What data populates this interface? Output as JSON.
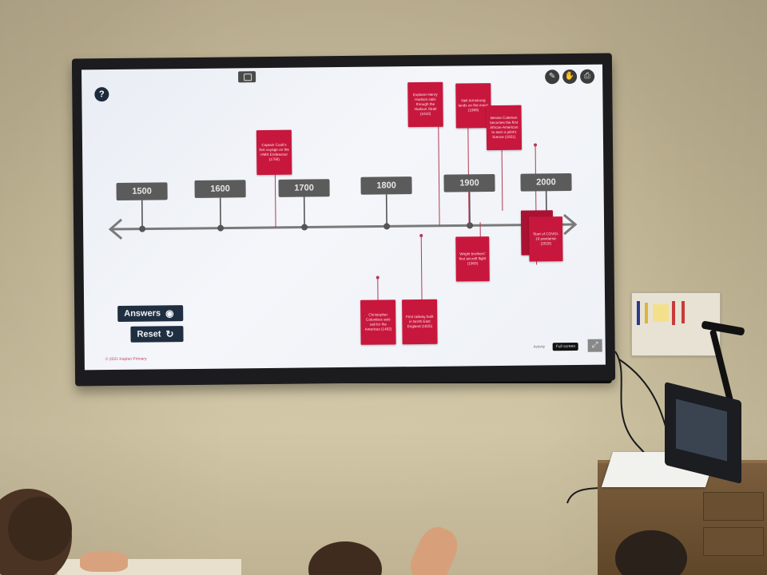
{
  "screen": {
    "years": [
      "1500",
      "1600",
      "1700",
      "1800",
      "1900",
      "2000"
    ],
    "events_above": [
      {
        "id": "cook",
        "text": "Captain Cook's first voyage on the HMS Endeavour (1768)"
      },
      {
        "id": "henry",
        "text": "Explorer Henry Hudson sails through the Hudson Strait (1610)"
      },
      {
        "id": "armstrong",
        "text": "Neil Armstrong lands on the moon (1969)"
      },
      {
        "id": "coleman",
        "text": "Bessie Coleman becomes the first African-American to earn a pilot's licence (1921)"
      }
    ],
    "events_below": [
      {
        "id": "wright",
        "text": "Wright brothers' first aircraft flight (1903)"
      },
      {
        "id": "covid",
        "text": "Start of COVID-19 pandemic (2020)"
      },
      {
        "id": "columbus",
        "text": "Christopher Columbus sets sail for the Americas (1492)"
      },
      {
        "id": "railway",
        "text": "First railway built in North East England (1825)"
      }
    ],
    "answers_label": "Answers",
    "reset_label": "Reset",
    "copyright": "© 2021 Kaplan Primary",
    "fullscreen_prefix": "Activity",
    "fullscreen_label": "Full screen",
    "help_glyph": "?"
  },
  "icons": {
    "help": "question-icon",
    "edit": "pencil-icon",
    "mode": "hand-icon",
    "print": "printer-icon",
    "answers": "eye-icon",
    "reset": "refresh-icon",
    "expand": "expand-icon"
  },
  "colors": {
    "card": "#c8173d",
    "year_label": "#5b5b5b",
    "control": "#1f2e40",
    "axis": "#777777"
  }
}
